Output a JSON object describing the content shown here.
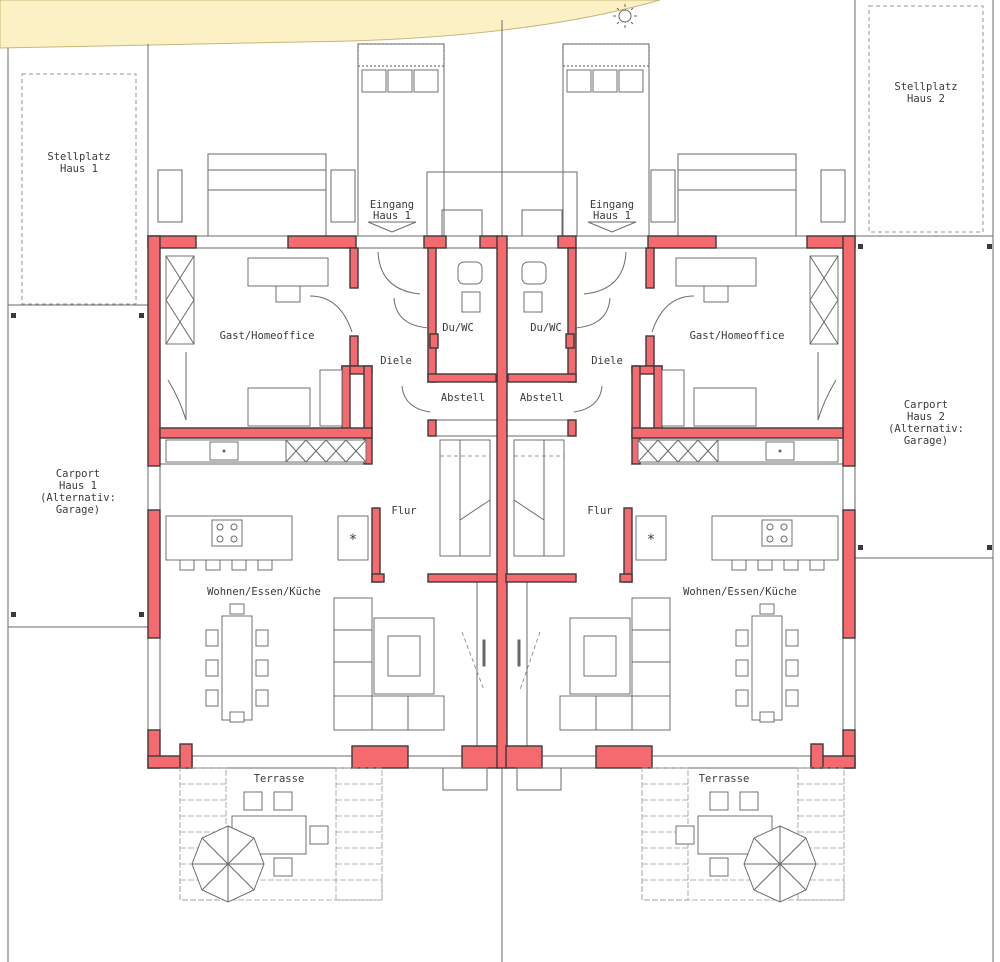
{
  "colors": {
    "wall_fill": "#f46a6e",
    "wall_stroke": "#3a3a3a",
    "line": "#6a6a6a",
    "lawn": "#fbf1c4",
    "text": "#3a3a3a"
  },
  "labels": {
    "parking_h1": [
      "Stellplatz",
      "Haus 1"
    ],
    "parking_h2": [
      "Stellplatz",
      "Haus 2"
    ],
    "carport_h1": [
      "Carport",
      "Haus 1",
      "(Alternativ:",
      "Garage)"
    ],
    "carport_h2": [
      "Carport",
      "Haus 2",
      "(Alternativ:",
      "Garage)"
    ],
    "entrance_left": [
      "Eingang",
      "Haus 1"
    ],
    "entrance_right": [
      "Eingang",
      "Haus 1"
    ],
    "guest_office": "Gast/Homeoffice",
    "hall": "Diele",
    "shower_wc": "Du/WC",
    "storage": "Abstell",
    "corridor": "Flur",
    "living": "Wohnen/Essen/Küche",
    "terrace": "Terrasse"
  },
  "icons": [
    "sun-icon",
    "hob-icon",
    "sink-icon",
    "parasol-icon"
  ]
}
